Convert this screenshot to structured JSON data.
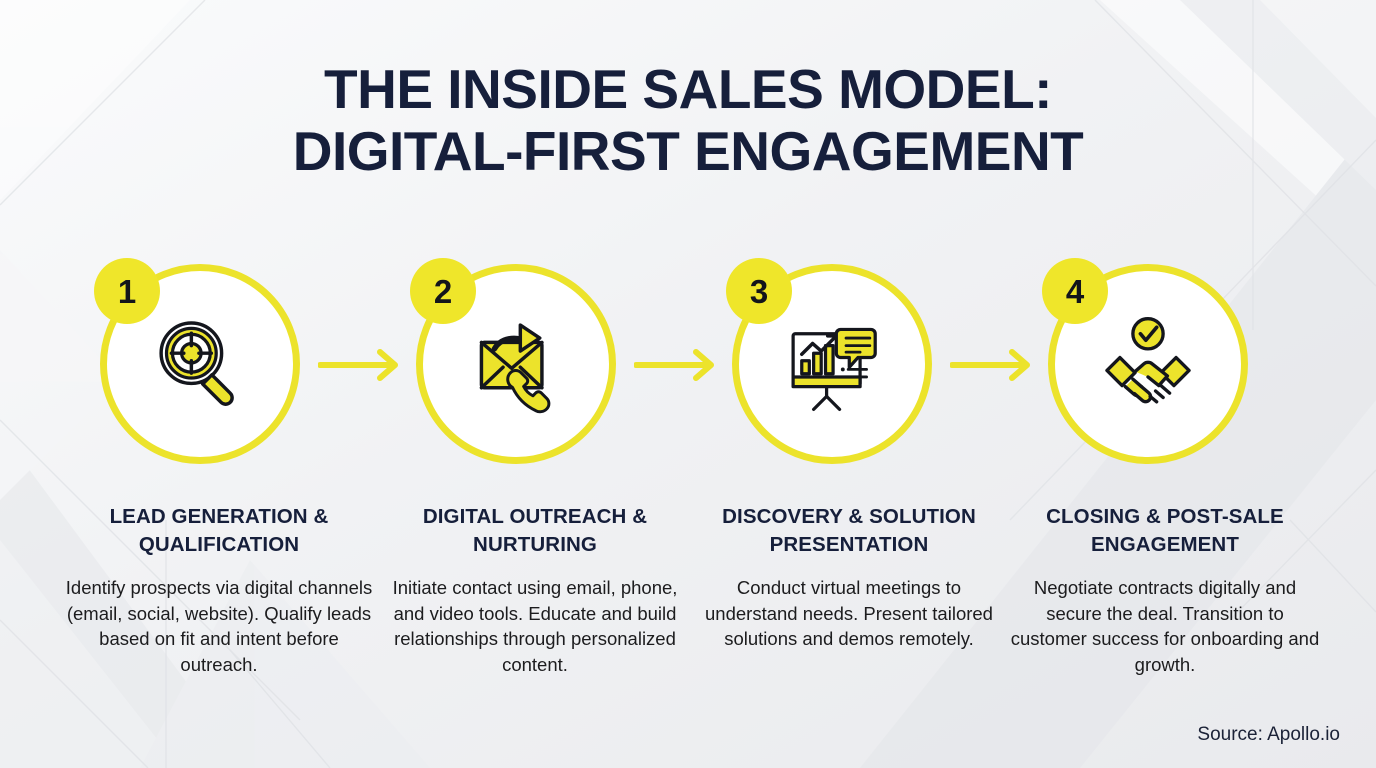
{
  "title": {
    "line1": "THE INSIDE SALES MODEL:",
    "line2": "DIGITAL-FIRST ENGAGEMENT"
  },
  "colors": {
    "accent_yellow": "#ece32b",
    "badge_yellow": "#efe62a",
    "title_navy": "#161f3b",
    "body_text": "#1c1c1e",
    "background": "#f2f3f5",
    "circle_fill": "#ffffff"
  },
  "steps": [
    {
      "number": "1",
      "icon": "magnifying-glass-target-icon",
      "heading": "LEAD GENERATION & QUALIFICATION",
      "description": "Identify prospects via digital channels (email, social, website). Qualify leads based on fit and intent before outreach."
    },
    {
      "number": "2",
      "icon": "envelope-forward-phone-icon",
      "heading": "DIGITAL OUTREACH & NURTURING",
      "description": "Initiate contact using email, phone, and video tools. Educate and build relationships through personalized content."
    },
    {
      "number": "3",
      "icon": "presentation-chart-speech-icon",
      "heading": "DISCOVERY & SOLUTION PRESENTATION",
      "description": "Conduct virtual meetings to understand needs. Present tailored solutions and demos remotely."
    },
    {
      "number": "4",
      "icon": "handshake-check-icon",
      "heading": "CLOSING & POST-SALE ENGAGEMENT",
      "description": "Negotiate contracts digitally and secure the deal. Transition to customer success for onboarding and growth."
    }
  ],
  "connectors": [
    {
      "name": "arrow-step-1-to-2"
    },
    {
      "name": "arrow-step-2-to-3"
    },
    {
      "name": "arrow-step-3-to-4"
    }
  ],
  "source": "Source: Apollo.io"
}
